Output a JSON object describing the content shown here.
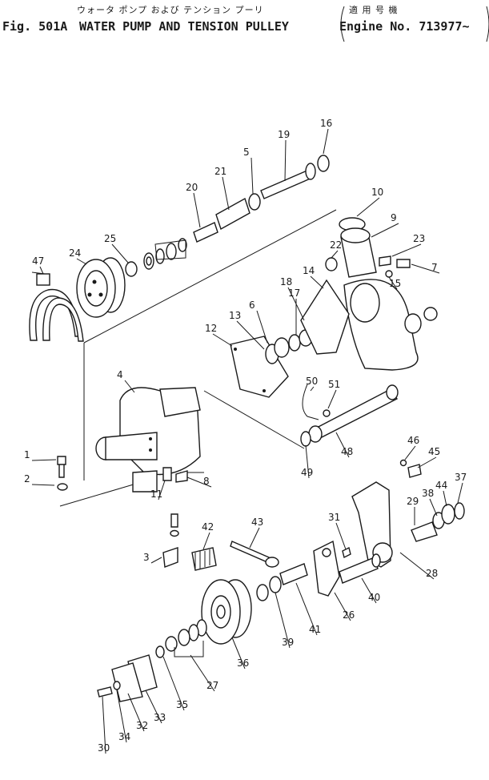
{
  "header": {
    "jp_title": "ウォータ ポンプ および テンション プーリ",
    "jp_applicable": "適 用 号 機",
    "fig_no": "Fig. 501A",
    "title": "WATER PUMP AND TENSION PULLEY",
    "engine_label": "Engine No. 713977~"
  },
  "part_labels": [
    "1",
    "2",
    "3",
    "4",
    "5",
    "6",
    "7",
    "8",
    "9",
    "10",
    "11",
    "12",
    "13",
    "14",
    "15",
    "16",
    "17",
    "18",
    "19",
    "20",
    "21",
    "22",
    "23",
    "24",
    "25",
    "26",
    "27",
    "28",
    "29",
    "30",
    "31",
    "32",
    "33",
    "34",
    "35",
    "36",
    "37",
    "38",
    "39",
    "40",
    "41",
    "42",
    "43",
    "44",
    "45",
    "46",
    "47",
    "48",
    "49",
    "50",
    "51"
  ]
}
